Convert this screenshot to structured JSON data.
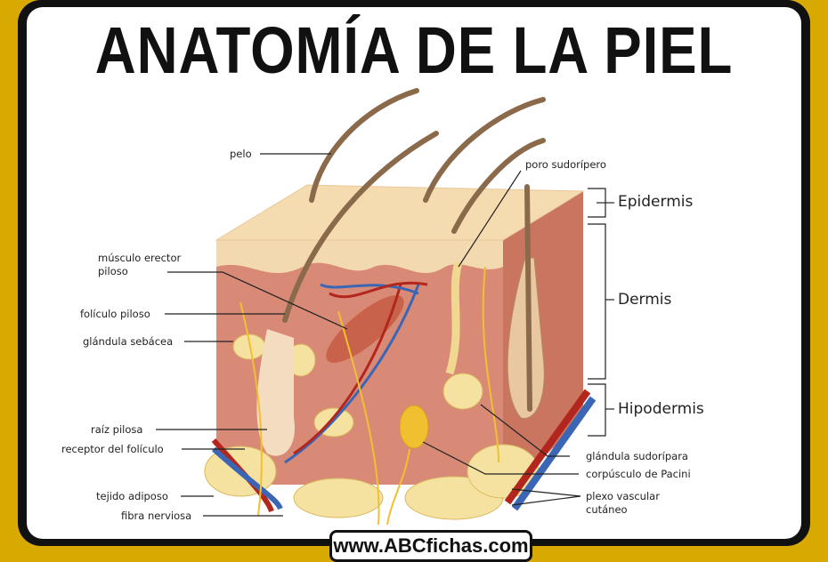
{
  "title": "ANATOMÍA DE LA PIEL",
  "labels_left": {
    "musculo": "músculo erector\npiloso",
    "musculo_l1": "músculo erector",
    "musculo_l2": "piloso",
    "foliculo": "folículo piloso",
    "glandula_sebacea": "glándula sebácea",
    "raiz": "raíz pilosa",
    "receptor": "receptor del folículo",
    "adiposo": "tejido adiposo",
    "fibra": "fibra nerviosa",
    "pelo": "pelo"
  },
  "labels_right": {
    "poro": "poro sudorípero",
    "glandula_sudoripara": "glándula sudorípara",
    "pacini": "corpúsculo de Pacini",
    "plexo_l1": "plexo vascular",
    "plexo_l2": "cutáneo"
  },
  "layers": {
    "epidermis": "Epidermis",
    "dermis": "Dermis",
    "hipodermis": "Hipodermis"
  },
  "url": "www.ABCfichas.com",
  "colors": {
    "frame": "#d8a900",
    "dermis": "#d98a76",
    "epidermis": "#f3d9b0",
    "fat": "#f6e2a0",
    "artery": "#b3261e",
    "vein": "#3a66b5",
    "nerve": "#f0c030"
  }
}
